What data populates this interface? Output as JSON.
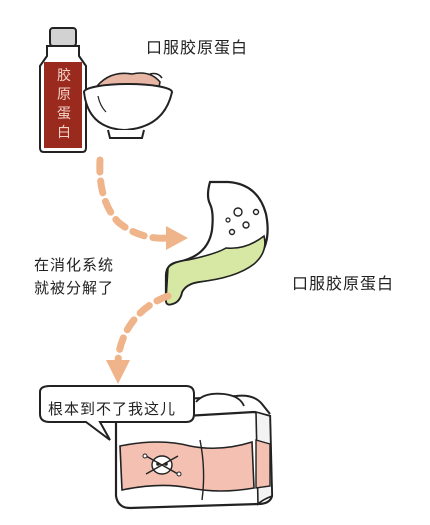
{
  "bottle": {
    "label": "胶原蛋白"
  },
  "labels": {
    "oral_top": "口服胶原蛋白",
    "oral_mid": "口服胶原蛋白",
    "digestion_line1": "在消化系统",
    "digestion_line2": "就被分解了",
    "speech": "根本到不了我这儿"
  },
  "colors": {
    "bottle_body": "#9a2a1e",
    "bottle_cap": "#c9c9c9",
    "powder": "#e7b6a4",
    "stomach_fluid": "#d6e8a4",
    "arrow": "#f0b48a",
    "skin_layer": "#f3c0b2",
    "outline": "#222222"
  }
}
